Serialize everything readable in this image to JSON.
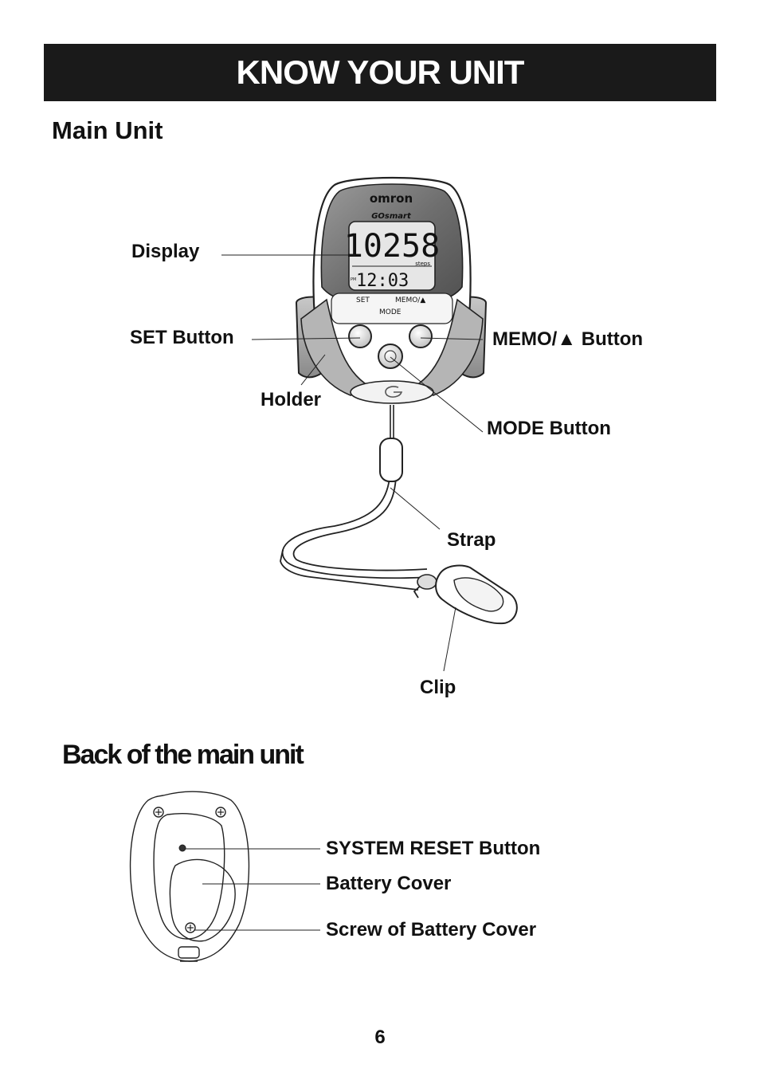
{
  "header": {
    "title": "KNOW YOUR UNIT"
  },
  "sections": {
    "main": {
      "heading": "Main Unit",
      "labels": {
        "display": "Display",
        "set_button": "SET Button",
        "memo_button": "MEMO/▲ Button",
        "holder": "Holder",
        "mode_button": "MODE Button",
        "strap": "Strap",
        "clip": "Clip"
      },
      "device": {
        "brand": "omron",
        "model": "GOsmart",
        "steps_value": "10258",
        "steps_unit": "steps",
        "ampm": "PM",
        "time": "12:03",
        "key_set": "SET",
        "key_memo": "MEMO/▲",
        "key_mode": "MODE"
      }
    },
    "back": {
      "heading": "Back of the main unit",
      "labels": {
        "system_reset": "SYSTEM RESET Button",
        "battery_cover": "Battery Cover",
        "screw": "Screw of Battery Cover"
      }
    }
  },
  "footer": {
    "page_number": "6"
  },
  "colors": {
    "title_bar": "#1a1a1a",
    "ink": "#111111",
    "display_bg": "#e6e6e6"
  }
}
